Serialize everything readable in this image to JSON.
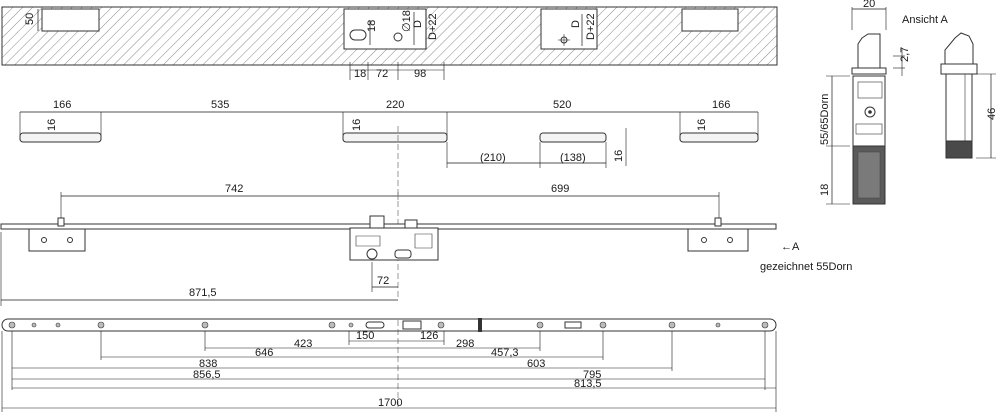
{
  "top_section": {
    "d50": "50",
    "d18_v": "18",
    "d_dia18": "∅18",
    "d_D": "D",
    "d_D22": "D+22",
    "d_D_right": "D",
    "d_D22_right": "D+22",
    "d18_h": "18",
    "d72_h": "72",
    "d98_h": "98"
  },
  "strikers": {
    "d166_left": "166",
    "d535": "535",
    "d220": "220",
    "d520": "520",
    "d166_right": "166",
    "d16_a": "16",
    "d16_b": "16",
    "d16_c": "16",
    "d210": "(210)",
    "d138": "(138)",
    "d16_d": "16"
  },
  "lock_bar": {
    "d742": "742",
    "d699": "699",
    "arrow_label": "←A",
    "note": "gezeichnet 55Dorn",
    "d72": "72",
    "d871_5": "871,5"
  },
  "side_view": {
    "title": "Ansicht A",
    "d20": "20",
    "d2_7": "2,7",
    "d46": "46",
    "d55_65": "55/65Dorn",
    "d18": "18"
  },
  "bottom_bar": {
    "d150": "150",
    "d126": "126",
    "d423": "423",
    "d298": "298",
    "d646": "646",
    "d457_3": "457,3",
    "d838": "838",
    "d603": "603",
    "d856_5": "856,5",
    "d795": "795",
    "d813_5": "813,5",
    "d1700": "1700"
  }
}
